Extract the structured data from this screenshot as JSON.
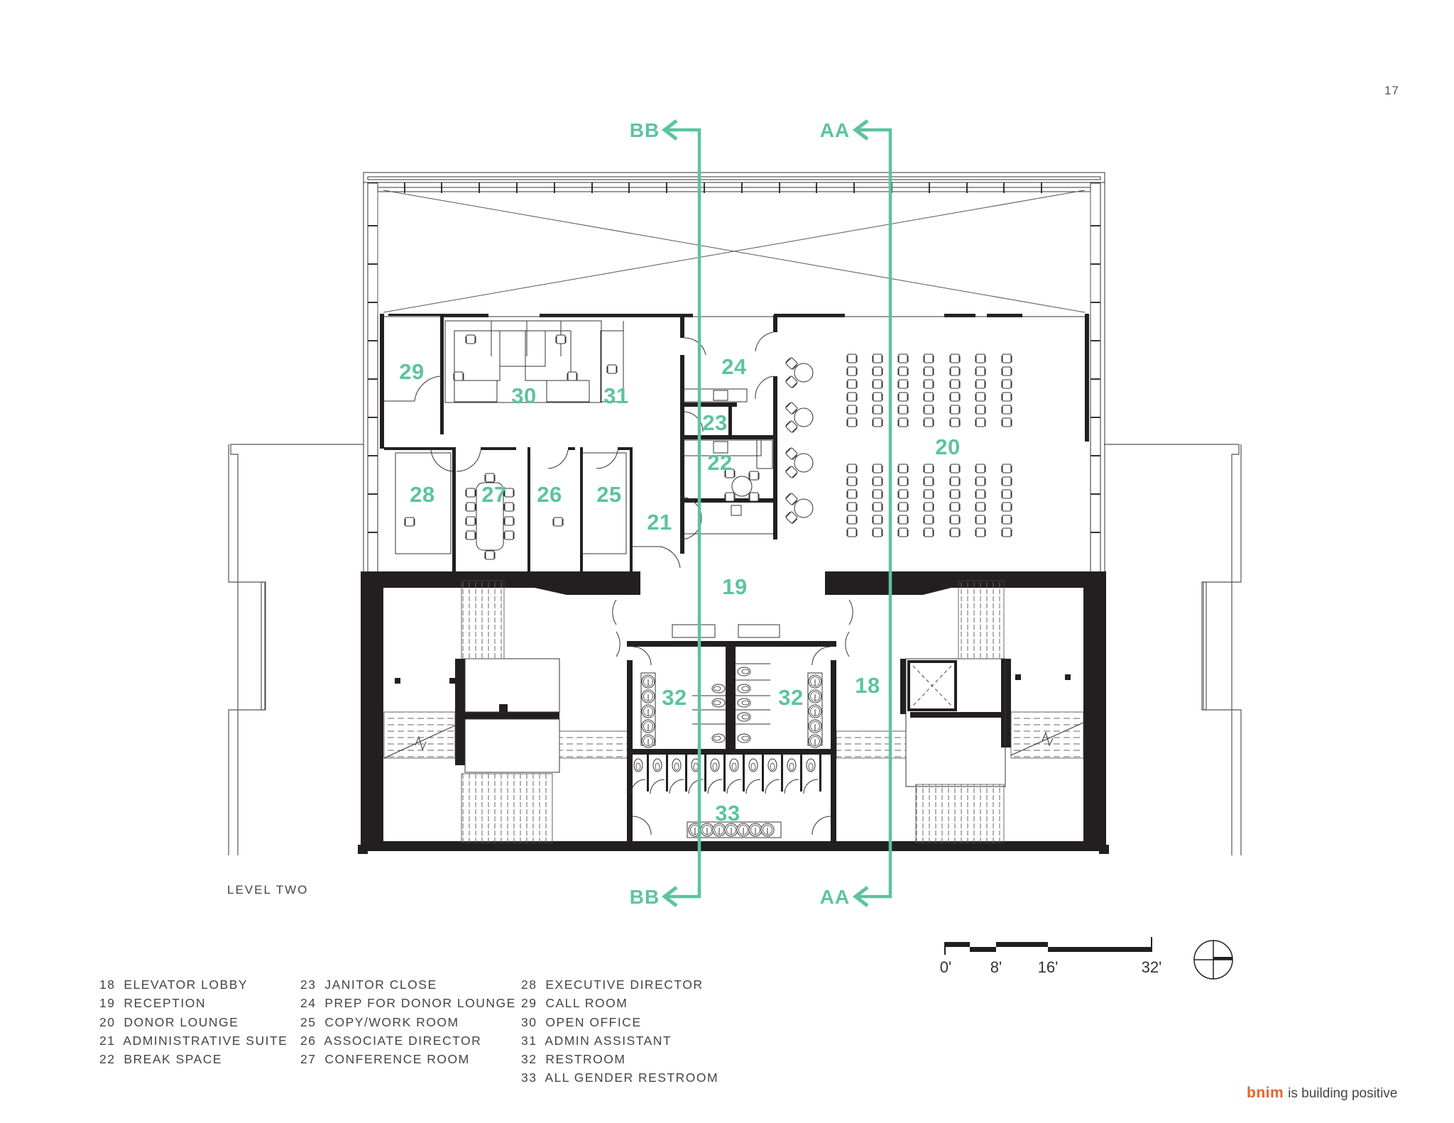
{
  "page": {
    "number": "17",
    "level_label": "LEVEL TWO"
  },
  "section_markers": {
    "bb_top": "BB",
    "aa_top": "AA",
    "bb_bottom": "BB",
    "aa_bottom": "AA"
  },
  "room_labels": {
    "r18": "18",
    "r19": "19",
    "r20": "20",
    "r21": "21",
    "r22": "22",
    "r23": "23",
    "r24": "24",
    "r25": "25",
    "r26": "26",
    "r27": "27",
    "r28": "28",
    "r29": "29",
    "r30": "30",
    "r31": "31",
    "r32a": "32",
    "r32b": "32",
    "r33": "33"
  },
  "legend": {
    "col1": [
      {
        "num": "18",
        "name": "ELEVATOR LOBBY"
      },
      {
        "num": "19",
        "name": "RECEPTION"
      },
      {
        "num": "20",
        "name": "DONOR LOUNGE"
      },
      {
        "num": "21",
        "name": "ADMINISTRATIVE SUITE"
      },
      {
        "num": "22",
        "name": "BREAK SPACE"
      }
    ],
    "col2": [
      {
        "num": "23",
        "name": "JANITOR CLOSE"
      },
      {
        "num": "24",
        "name": "PREP FOR DONOR LOUNGE"
      },
      {
        "num": "25",
        "name": "COPY/WORK ROOM"
      },
      {
        "num": "26",
        "name": "ASSOCIATE DIRECTOR"
      },
      {
        "num": "27",
        "name": "CONFERENCE ROOM"
      }
    ],
    "col3": [
      {
        "num": "28",
        "name": "EXECUTIVE DIRECTOR"
      },
      {
        "num": "29",
        "name": "CALL ROOM"
      },
      {
        "num": "30",
        "name": "OPEN OFFICE"
      },
      {
        "num": "31",
        "name": "ADMIN ASSISTANT"
      },
      {
        "num": "32",
        "name": "RESTROOM"
      },
      {
        "num": "33",
        "name": "ALL GENDER RESTROOM"
      }
    ]
  },
  "scale_bar": {
    "ticks": [
      "0'",
      "8'",
      "16'",
      "32'"
    ]
  },
  "brand": {
    "logo": "bnim",
    "tagline": "is building positive"
  },
  "colors": {
    "accent": "#5cc3a2",
    "wall": "#231f20",
    "brand": "#e8612c"
  }
}
